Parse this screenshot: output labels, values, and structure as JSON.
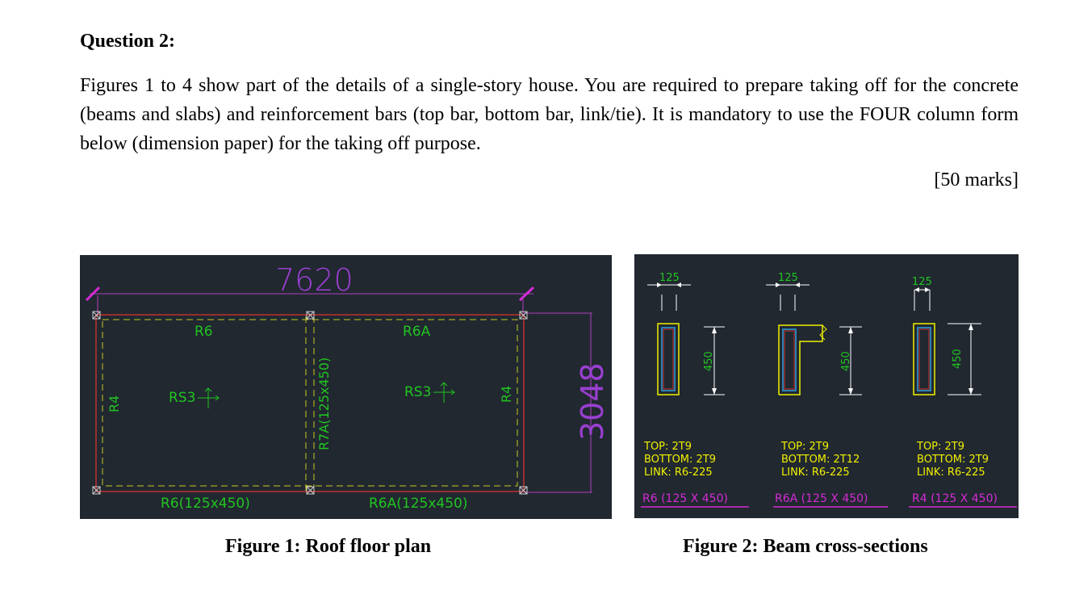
{
  "question": {
    "title": "Question 2:",
    "body": "Figures 1 to 4 show part of the details of a single-story house. You are required to prepare taking off for the concrete (beams and slabs) and reinforcement bars (top bar, bottom bar, link/tie). It is mandatory to use the FOUR column form below (dimension paper) for the taking off purpose.",
    "marks": "[50 marks]"
  },
  "figure1": {
    "caption": "Figure 1: Roof floor plan",
    "dim_width": "7620",
    "dim_height": "3048",
    "labels": {
      "top_left": "R6",
      "top_right": "R6A",
      "slab_left": "RS3",
      "slab_right": "RS3",
      "left_beam": "R4",
      "right_beam": "R4",
      "middle_beam": "R7A(125x450)",
      "bottom_left": "R6(125x450)",
      "bottom_right": "R6A(125x450)"
    }
  },
  "figure2": {
    "caption": "Figure 2: Beam cross-sections",
    "sections": [
      {
        "width": "125",
        "depth": "450",
        "top": "TOP: 2T9",
        "bottom": "BOTTOM: 2T9",
        "link": "LINK: R6-225",
        "name": "R6 (125 X 450)"
      },
      {
        "width": "125",
        "depth": "450",
        "top": "TOP: 2T9",
        "bottom": "BOTTOM: 2T12",
        "link": "LINK: R6-225",
        "name": "R6A (125 X 450)"
      },
      {
        "width": "125",
        "depth": "450",
        "top": "TOP: 2T9",
        "bottom": "BOTTOM: 2T9",
        "link": "LINK: R6-225",
        "name": "R4 (125 X 450)"
      }
    ]
  }
}
